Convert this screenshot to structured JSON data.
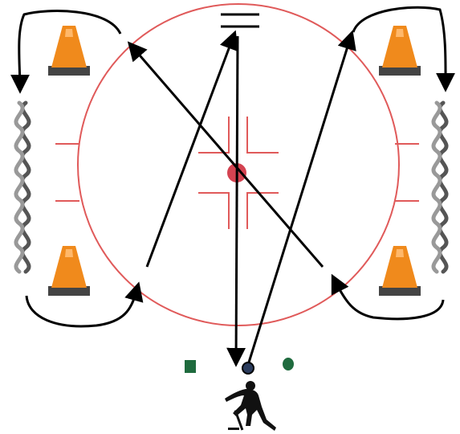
{
  "drill": {
    "colors": {
      "rink_line": "#e05a5a",
      "faceoff_dot": "#cc2233",
      "arrow": "#000000",
      "cone": "#f08a1c",
      "cone_base": "#444444",
      "puck_marker": "#1f6b3e",
      "player_start": "#2a3b5c"
    },
    "elements": {
      "faceoff_circle": "circle",
      "hash_marks": 4,
      "center_dot": "dot",
      "cones": 4,
      "skating_lanes": 2,
      "net": "goal-line",
      "player": "skater",
      "start_markers": [
        "square",
        "circle",
        "circle"
      ]
    },
    "icons": {
      "cone": "traffic-cone-icon",
      "player": "hockey-player-icon",
      "wavy": "weave-pattern-icon"
    }
  }
}
